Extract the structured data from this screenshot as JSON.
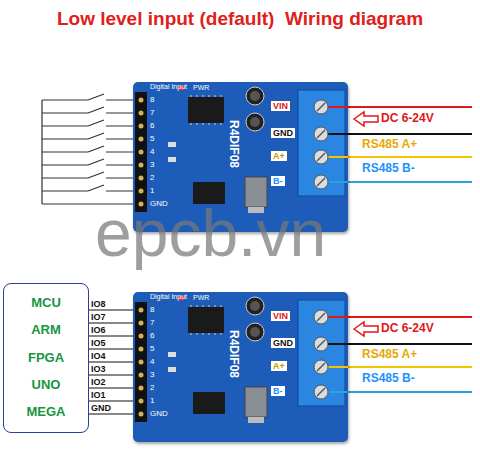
{
  "diagram": {
    "title": "Low level input (default)  Wiring diagram",
    "nodes": [
      {
        "text": [
          "Digital Input",
          "PWR",
          "R4DIF08"
        ]
      },
      {
        "text": [
          "MCU",
          "ARM",
          "FPGA",
          "UNO",
          "MEGA"
        ]
      },
      {
        "text": [
          "Digital Input",
          "PWR",
          "R4DIF08"
        ]
      }
    ],
    "edges": [
      {
        "from": 1,
        "to": 2,
        "arrow": "none",
        "label": "IO8"
      },
      {
        "from": 1,
        "to": 2,
        "arrow": "none",
        "label": "IO7"
      },
      {
        "from": 1,
        "to": 2,
        "arrow": "none",
        "label": "IO6"
      },
      {
        "from": 1,
        "to": 2,
        "arrow": "none",
        "label": "IO5"
      },
      {
        "from": 1,
        "to": 2,
        "arrow": "none",
        "label": "IO4"
      },
      {
        "from": 1,
        "to": 2,
        "arrow": "none",
        "label": "IO3"
      },
      {
        "from": 1,
        "to": 2,
        "arrow": "none",
        "label": "IO2"
      },
      {
        "from": 1,
        "to": 2,
        "arrow": "none",
        "label": "IO1"
      },
      {
        "from": 1,
        "to": 2,
        "arrow": "none",
        "label": "GND"
      }
    ],
    "labels": [
      "8",
      "7",
      "6",
      "5",
      "4",
      "3",
      "2",
      "1",
      "GND",
      "VIN",
      "GND",
      "A+",
      "B-",
      "DC 6-24V",
      "RS485 A+",
      "RS485 B-",
      "8",
      "7",
      "6",
      "5",
      "4",
      "3",
      "2",
      "1",
      "GND",
      "VIN",
      "GND",
      "A+",
      "B-",
      "DC 6-24V",
      "RS485 A+",
      "RS485 B-",
      "epcb.vn"
    ]
  }
}
